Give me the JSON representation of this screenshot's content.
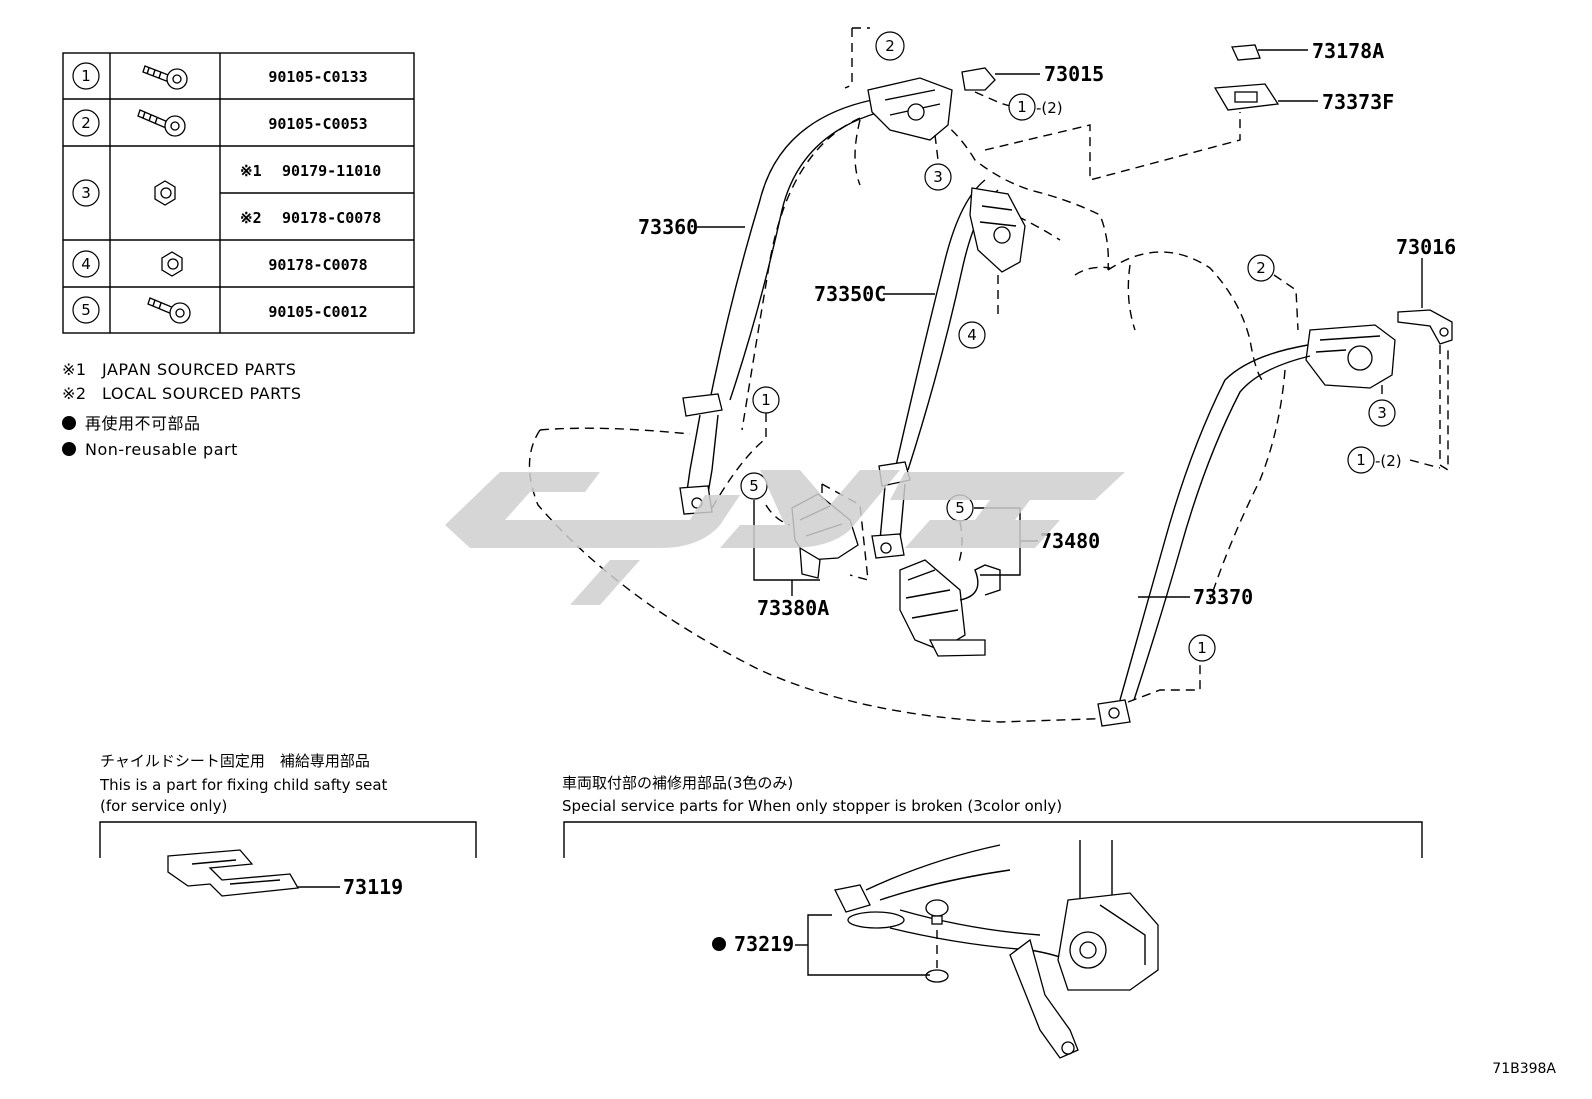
{
  "fastener_table": [
    {
      "ref": "1",
      "icon": "bolt-icon",
      "codes": [
        {
          "mark": "",
          "code": "90105-C0133"
        }
      ]
    },
    {
      "ref": "2",
      "icon": "bolt-icon",
      "codes": [
        {
          "mark": "",
          "code": "90105-C0053"
        }
      ]
    },
    {
      "ref": "3",
      "icon": "nut-icon",
      "codes": [
        {
          "mark": "※1",
          "code": "90179-11010"
        },
        {
          "mark": "※2",
          "code": "90178-C0078"
        }
      ]
    },
    {
      "ref": "4",
      "icon": "nut-icon",
      "codes": [
        {
          "mark": "",
          "code": "90178-C0078"
        }
      ]
    },
    {
      "ref": "5",
      "icon": "bolt-icon",
      "codes": [
        {
          "mark": "",
          "code": "90105-C0012"
        }
      ]
    }
  ],
  "notes": {
    "note1_mark": "※1",
    "note1_text": "JAPAN SOURCED PARTS",
    "note2_mark": "※2",
    "note2_text": "LOCAL SOURCED PARTS",
    "nonreusable_jp": "再使用不可部品",
    "nonreusable_en": "Non-reusable part"
  },
  "part_labels": {
    "p73360": "73360",
    "p73350C": "73350C",
    "p73015": "73015",
    "p73178A": "73178A",
    "p73373F": "73373F",
    "p73016": "73016",
    "p73480": "73480",
    "p73380A": "73380A",
    "p73370": "73370",
    "p73119": "73119",
    "p73219": "73219"
  },
  "refs": {
    "one": "1",
    "two": "2",
    "three": "3",
    "four": "4",
    "five": "5",
    "paren2": "-(2)"
  },
  "child_seat_box": {
    "title_jp": "チャイルドシート固定用　補給専用部品",
    "line1": "This is a part for fixing child safty seat",
    "line2": "(for service only)"
  },
  "stopper_box": {
    "title_jp": "車両取付部の補修用部品(3色のみ)",
    "line1": "Special service parts for When only stopper is broken (3color only)"
  },
  "diagram_id": "71B398A",
  "colors": {
    "line": "#000000",
    "watermark": "#cfcfcf"
  }
}
